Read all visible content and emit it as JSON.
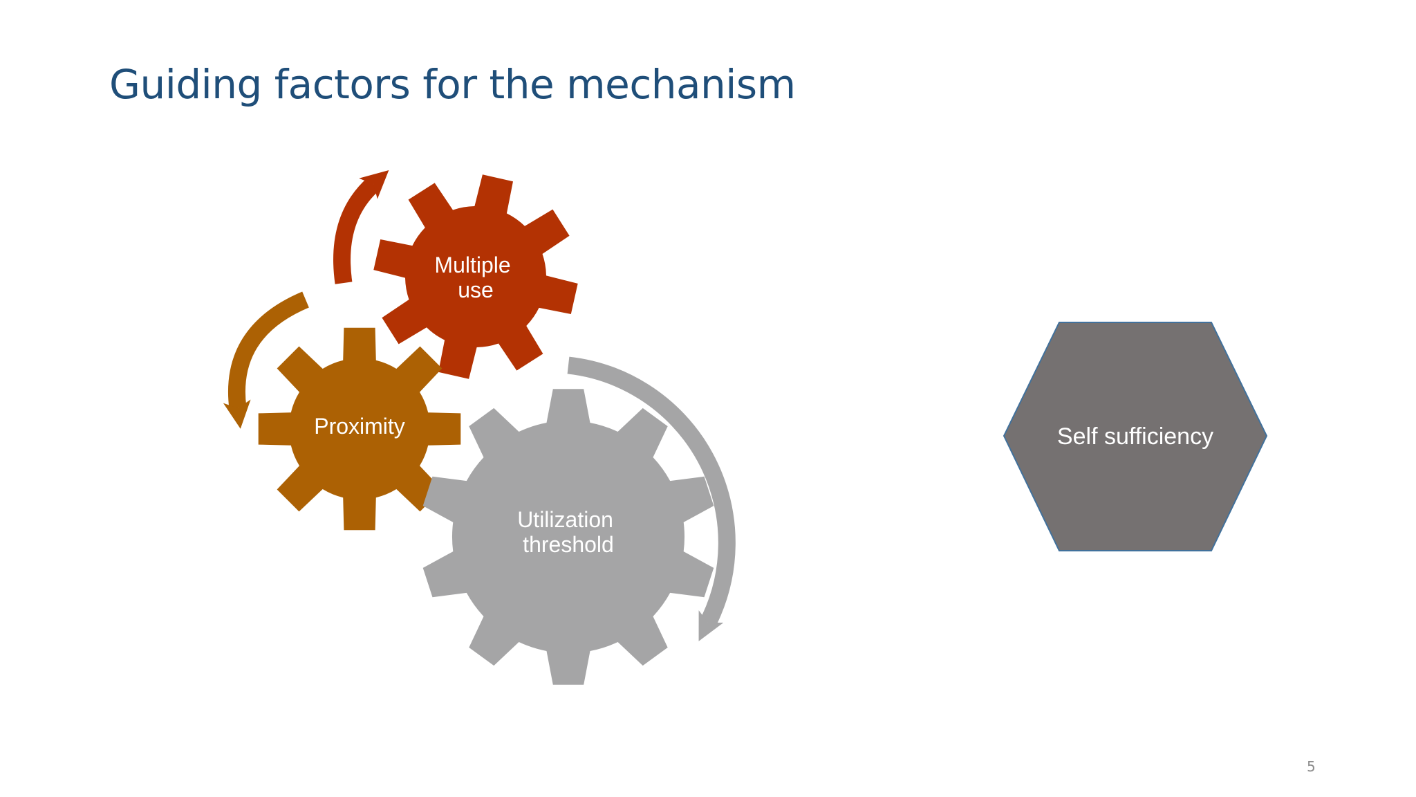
{
  "slide": {
    "title": "Guiding factors for the mechanism",
    "page_number": "5"
  },
  "gears": [
    {
      "id": "multiple-use",
      "lines": [
        "Multiple",
        "use"
      ],
      "color": "#B33203"
    },
    {
      "id": "proximity",
      "lines": [
        "Proximity"
      ],
      "color": "#AC6104"
    },
    {
      "id": "utilization-threshold",
      "lines": [
        "Utilization",
        "threshold"
      ],
      "color": "#A5A5A6"
    }
  ],
  "hexagon": {
    "label": "Self sufficiency",
    "fill": "#757171",
    "stroke": "#41719C"
  }
}
